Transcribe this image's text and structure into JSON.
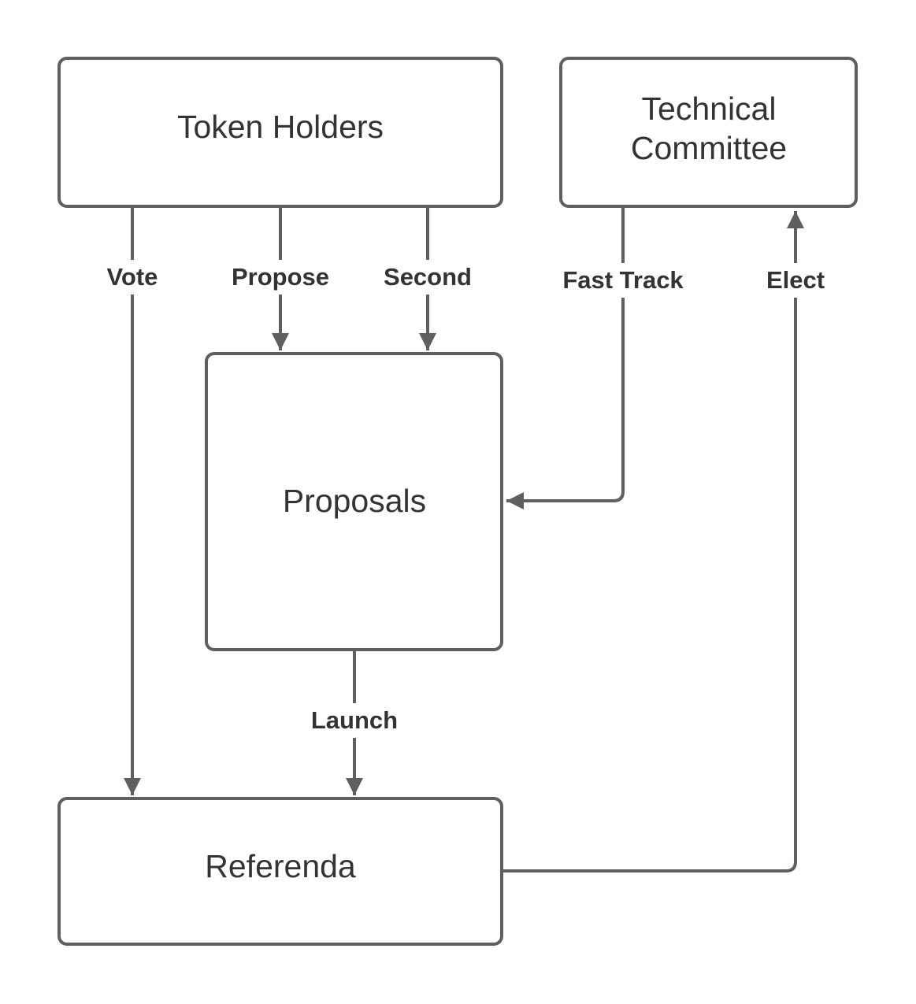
{
  "colors": {
    "stroke": "#5f5f5f",
    "text": "#333333",
    "background": "#ffffff"
  },
  "nodes": {
    "token_holders": "Token Holders",
    "technical_committee": {
      "line1": "Technical",
      "line2": "Committee"
    },
    "proposals": "Proposals",
    "referenda": "Referenda"
  },
  "edges": {
    "vote": "Vote",
    "propose": "Propose",
    "second": "Second",
    "fast_track": "Fast Track",
    "elect": "Elect",
    "launch": "Launch"
  }
}
